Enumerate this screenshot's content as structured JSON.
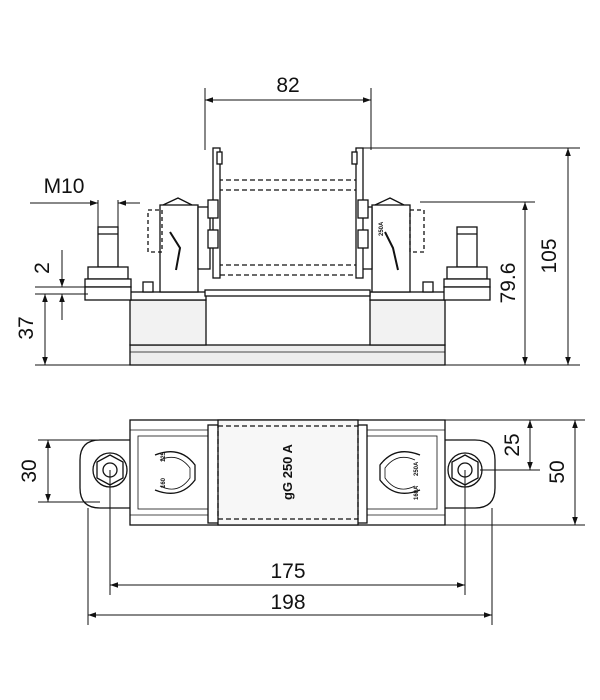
{
  "dimensions": {
    "top_width": "82",
    "thread": "M10",
    "clearance": "2",
    "base_height": "37",
    "blade_height": "79.6",
    "total_height": "105",
    "side_width": "30",
    "half_depth": "25",
    "depth": "50",
    "hole_spacing": "175",
    "overall_length": "198"
  },
  "fuse": {
    "top_label": "250A",
    "plan_label": "gG 250 A",
    "contact_marks_left": [
      "160",
      "125"
    ],
    "contact_marks_right": [
      "250A",
      "160A"
    ]
  },
  "colors": {
    "line": "#111111",
    "shade": "#e6e6e6",
    "base": "#d9d9d9"
  }
}
